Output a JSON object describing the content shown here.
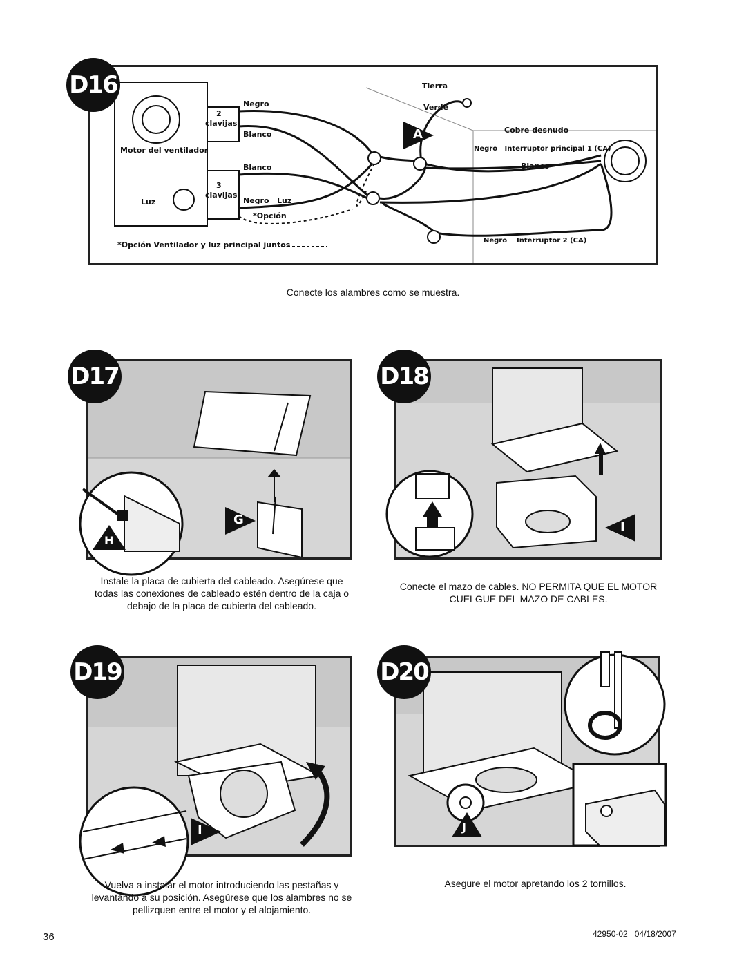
{
  "steps": {
    "d16": {
      "badge": "D16",
      "caption": "Conecte los alambres como se muestra.",
      "labels": {
        "motor": "Motor del ventilador",
        "luz": "Luz",
        "pins2_num": "2",
        "pins2_word": "clavijas",
        "pins3_num": "3",
        "pins3_word": "clavijas",
        "negro_top": "Negro",
        "blanco_1": "Blanco",
        "blanco_2": "Blanco",
        "negro_luz": "Negro   Luz",
        "opcion": "*Opción",
        "opcion_note": "*Opción Ventilador y luz principal juntos",
        "tierra": "Tierra",
        "verde": "Verde",
        "cobre": "Cobre desnudo",
        "interruptor1": "Negro   Interruptor principal 1 (CA)",
        "blanco_right": "Blanco",
        "interruptor2": "Negro    Interruptor 2 (CA)",
        "marker": "A"
      }
    },
    "d17": {
      "badge": "D17",
      "caption_lines": [
        "Instale la placa de cubierta del cableado. Asegúrese que",
        "todas las conexiones de cableado estén dentro de la caja o",
        "debajo de la placa de cubierta del cableado."
      ],
      "markers": [
        "G",
        "H"
      ]
    },
    "d18": {
      "badge": "D18",
      "caption_lines": [
        "Conecte el mazo de cables. NO PERMITA QUE EL MOTOR",
        "CUELGUE DEL MAZO DE CABLES."
      ],
      "marker": "I"
    },
    "d19": {
      "badge": "D19",
      "caption_lines": [
        "Vuelva a instalar el motor introduciendo las pestañas y",
        "levantando a su posición. Asegúrese que los alambres no se",
        "pellizquen entre el motor y el alojamiento."
      ],
      "marker": "I"
    },
    "d20": {
      "badge": "D20",
      "caption": "Asegure el motor apretando los 2 tornillos.",
      "marker": "J"
    }
  },
  "footer": {
    "page_number": "36",
    "doc_code": "42950-02   04/18/2007"
  }
}
